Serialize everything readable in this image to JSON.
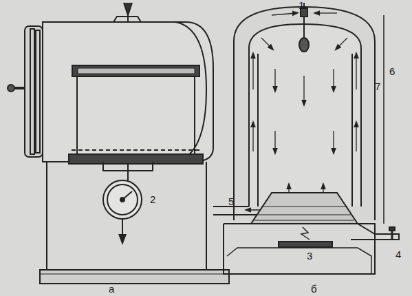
{
  "diagram": {
    "labels": [
      "2",
      "а",
      "1",
      "5",
      "6",
      "7",
      "3",
      "4",
      "б"
    ]
  }
}
